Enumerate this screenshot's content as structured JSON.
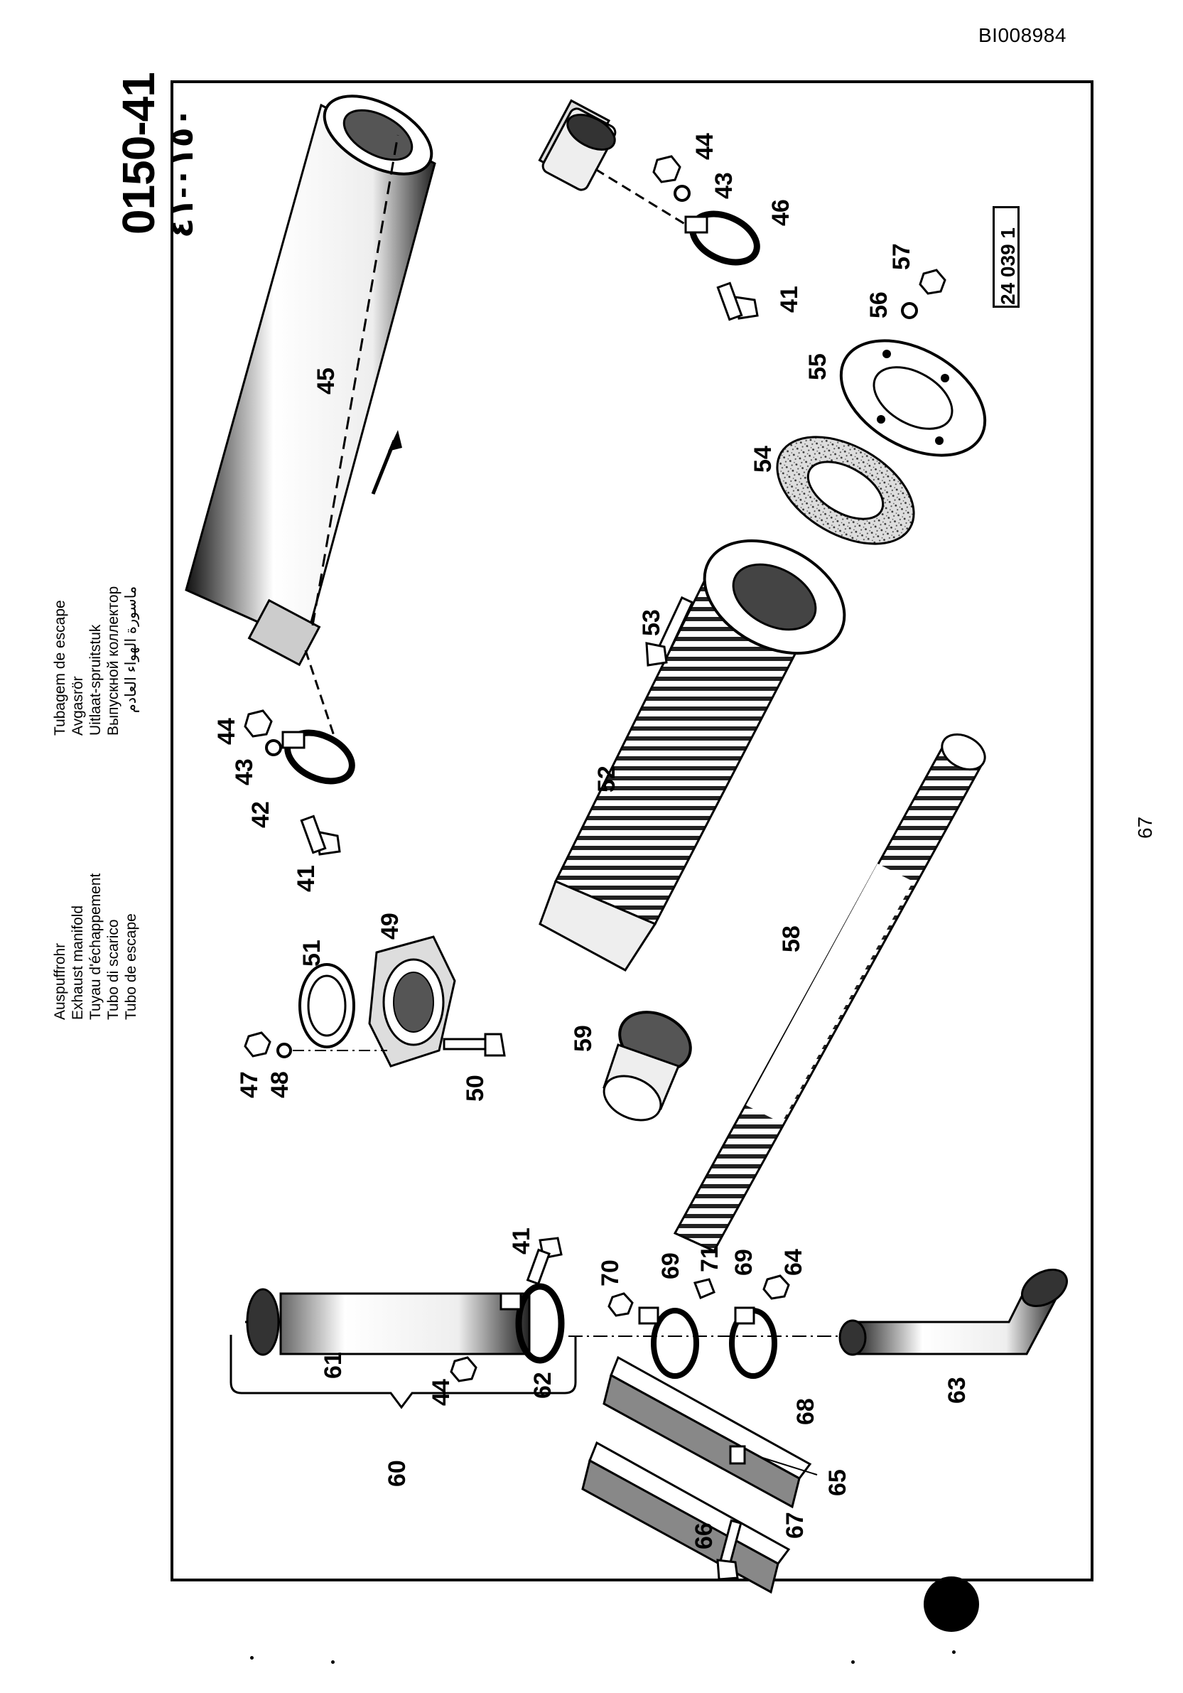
{
  "document": {
    "doc_id": "BI008984",
    "page_number": "67",
    "catalog_number": "0150-41",
    "catalog_number_arabic": "٠١٥٠-٤١",
    "reference_box": "24 039 1",
    "titles": [
      "Auspuffrohr",
      "Exhaust manifold",
      "Tuyau d'échappement",
      "Tubo di scarico",
      "Tubo de escape"
    ],
    "titles_2": [
      "Tubagem de escape",
      "Avgasrör",
      "Uitlaat-spruitstuk",
      "Выпускной коллектор",
      "ماسورة الهواء العادم"
    ]
  },
  "callouts": {
    "c41a": "41",
    "c42": "42",
    "c43a": "43",
    "c44a": "44",
    "c41b": "41",
    "c43b": "43",
    "c44b": "44",
    "c46": "46",
    "c45": "45",
    "c47": "47",
    "c48": "48",
    "c49": "49",
    "c50": "50",
    "c51": "51",
    "c52": "52",
    "c53": "53",
    "c54": "54",
    "c55": "55",
    "c56": "56",
    "c57": "57",
    "c58": "58",
    "c59": "59",
    "c41c": "41",
    "c60": "60",
    "c61": "61",
    "c62": "62",
    "c44c": "44",
    "c63": "63",
    "c64": "64",
    "c65": "65",
    "c66": "66",
    "c67": "67",
    "c68": "68",
    "c69a": "69",
    "c69b": "69",
    "c70": "70",
    "c71": "71"
  }
}
